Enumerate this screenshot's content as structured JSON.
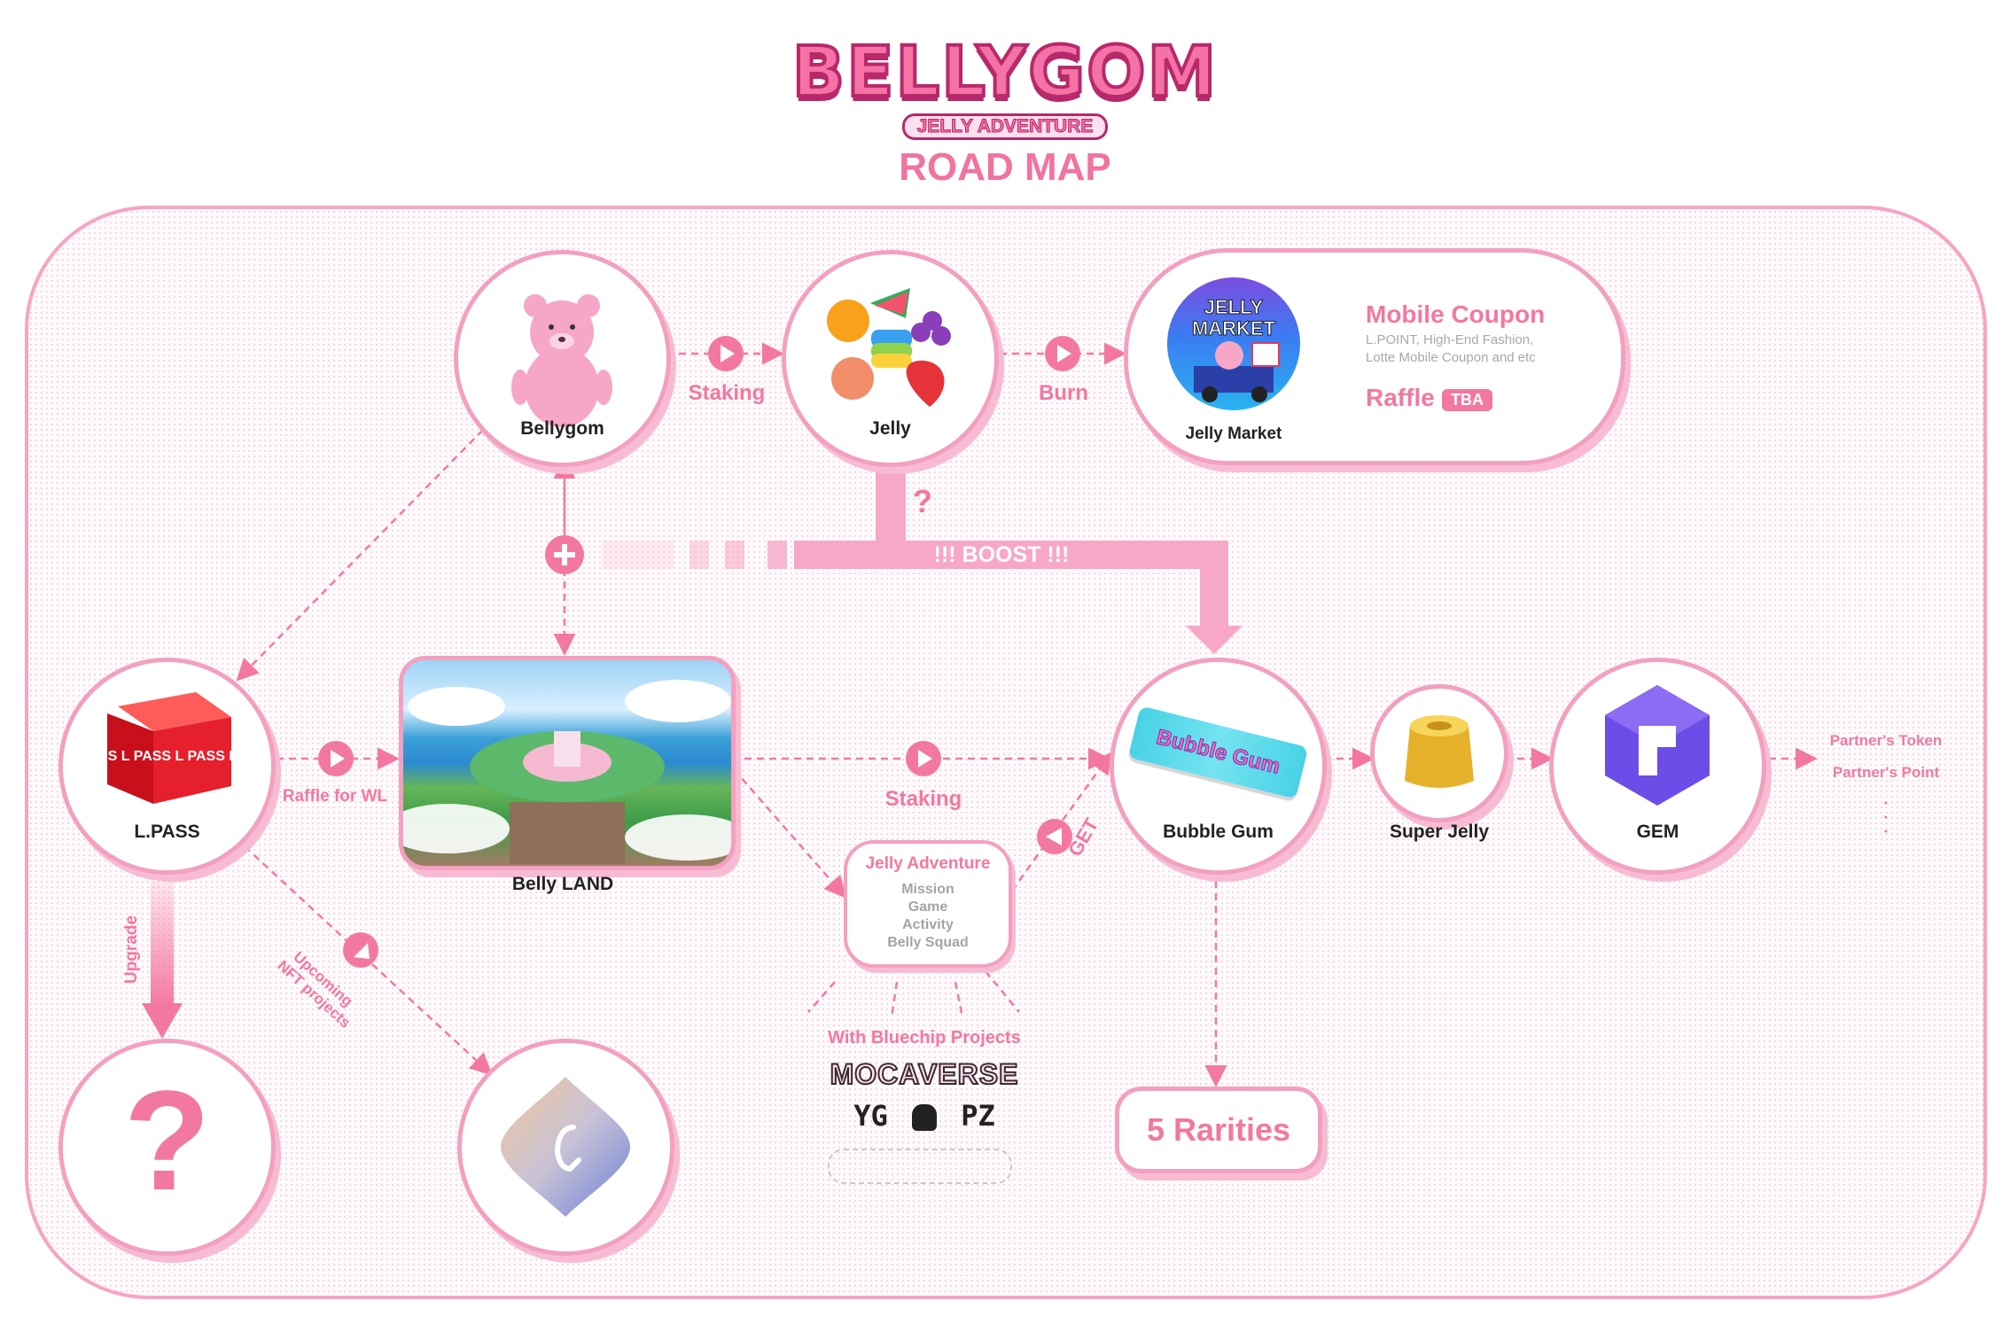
{
  "header": {
    "brand": "BELLYGOM",
    "brand_sub": "JELLY ADVENTURE",
    "title": "ROAD MAP"
  },
  "nodes": {
    "bellygom": "Bellygom",
    "jelly": "Jelly",
    "jelly_market_logo": "JELLY MARKET",
    "jelly_market": "Jelly Market",
    "lpass": "L.PASS",
    "lpass_cube_text": "SS L PASS L PASS L PAS",
    "belly_land": "Belly LAND",
    "bubble_gum": "Bubble Gum",
    "bubble_gum_pack": "Bubble Gum",
    "super_jelly": "Super Jelly",
    "gem": "GEM",
    "jelly_adventure": {
      "title": "Jelly Adventure",
      "items": [
        "Mission",
        "Game",
        "Activity",
        "Belly Squad"
      ]
    },
    "unknown": "?",
    "rarities": "5 Rarities"
  },
  "market": {
    "coupon_title": "Mobile Coupon",
    "coupon_desc_1": "L.POINT, High-End Fashion,",
    "coupon_desc_2": "Lotte Mobile Coupon and etc",
    "raffle": "Raffle",
    "raffle_badge": "TBA"
  },
  "edges": {
    "staking_1": "Staking",
    "burn": "Burn",
    "question": "?",
    "boost": "!!! BOOST !!!",
    "raffle_wl": "Raffle for WL",
    "staking_2": "Staking",
    "get": "GET",
    "upgrade": "Upgrade",
    "upcoming": "Upcoming",
    "nft_projects": "NFT projects"
  },
  "partners": {
    "heading": "With Bluechip Projects",
    "mocaverse": "MOCAVERSE",
    "ygpz_left": "YG",
    "ygpz_right": "PZ",
    "token": "Partner's Token",
    "point": "Partner's Point"
  },
  "colors": {
    "primary": "#f3789f",
    "border": "#f3a0c0",
    "shadow": "#f7bcd3",
    "dark_pink": "#b8286a"
  }
}
